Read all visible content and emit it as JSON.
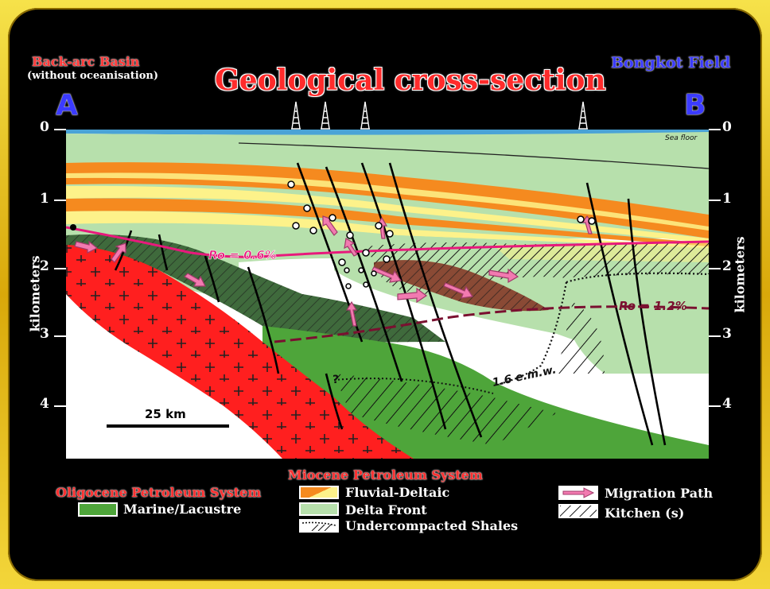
{
  "title": "Geological cross-section",
  "left_label": {
    "title": "Back-arc Basin",
    "subtitle": "(without oceanisation)"
  },
  "right_label": "Bongkot Field",
  "endpoints": {
    "a": "A",
    "b": "B"
  },
  "axis": {
    "left_title": "kilometers",
    "right_title": "kilometers",
    "ticks": [
      "0",
      "1",
      "2",
      "3",
      "4"
    ]
  },
  "section_labels": {
    "sea_floor": "Sea floor",
    "ro_shallow": "Ro = 0.6%",
    "ro_deep": "Ro = 1.2%",
    "emw": "1.6 e.m.w.",
    "question": "?",
    "scale": "25 km"
  },
  "legend": {
    "oligocene": {
      "title": "Oligocene Petroleum System",
      "items": [
        {
          "label": "Marine/Lacustre",
          "color": "#4ea53a"
        }
      ]
    },
    "miocene": {
      "title": "Miocene Petroleum System",
      "items": [
        {
          "label": "Fluvial-Deltaic",
          "color": "#f58a1f"
        },
        {
          "label": "Delta Front",
          "color": "#b7e0ac"
        },
        {
          "label": "Undercompacted Shales",
          "color": "#ffffff"
        }
      ]
    },
    "other": {
      "items": [
        {
          "label": "Migration Path",
          "color": "#f27ab0"
        },
        {
          "label": "Kitchen (s)",
          "color": "#333333"
        }
      ]
    }
  },
  "colors": {
    "basement": "#ff1f1f",
    "oligocene_green": "#4ea53a",
    "dark_green": "#3f6a3c",
    "delta_front": "#b7e0ac",
    "fluvial_orange": "#f58a1f",
    "fluvial_yellow": "#fdf28a",
    "brown_kitchen": "#8a4a35",
    "ro_shallow_line": "#e8197c",
    "ro_deep_line": "#7a1030",
    "sea": "#4aa3d6"
  }
}
